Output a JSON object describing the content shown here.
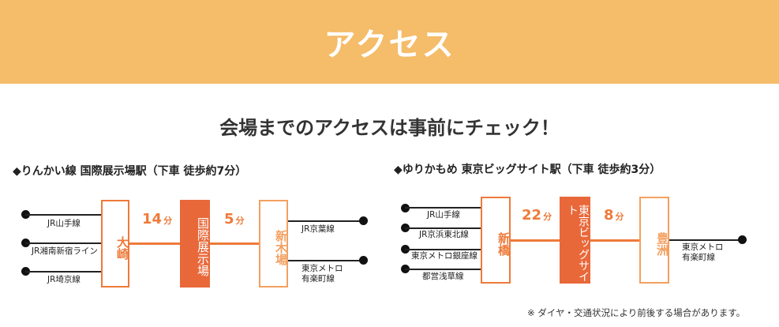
{
  "header": {
    "title": "アクセス"
  },
  "subtitle": "会場までのアクセスは事前にチェック！",
  "routes": [
    {
      "title": "◆りんかい線 国際展示場駅（下車 徒歩約7分）",
      "left_lines": [
        "JR山手線",
        "JR湘南新宿ライン",
        "JR埼京線"
      ],
      "transfer_station": "大崎",
      "minutes1": "14",
      "dest_station": "国際展示場",
      "minutes2": "5",
      "end_station": "新木場",
      "right_lines": [
        "JR京葉線",
        "東京メトロ\n有楽町線"
      ]
    },
    {
      "title": "◆ゆりかもめ 東京ビッグサイト駅（下車 徒歩約3分）",
      "left_lines": [
        "JR山手線",
        "JR京浜東北線",
        "東京メトロ銀座線",
        "都営浅草線"
      ],
      "transfer_station": "新橋",
      "minutes1": "22",
      "dest_station": "東京ビッグサイト",
      "minutes2": "8",
      "end_station": "豊洲",
      "right_lines": [
        "東京メトロ\n有楽町線"
      ]
    }
  ],
  "unit": "分",
  "note": "※ ダイヤ・交通状況により前後する場合があります。",
  "colors": {
    "header": "#f5bc69",
    "accent": "#ee7a3a",
    "fill": "#e9683a"
  }
}
